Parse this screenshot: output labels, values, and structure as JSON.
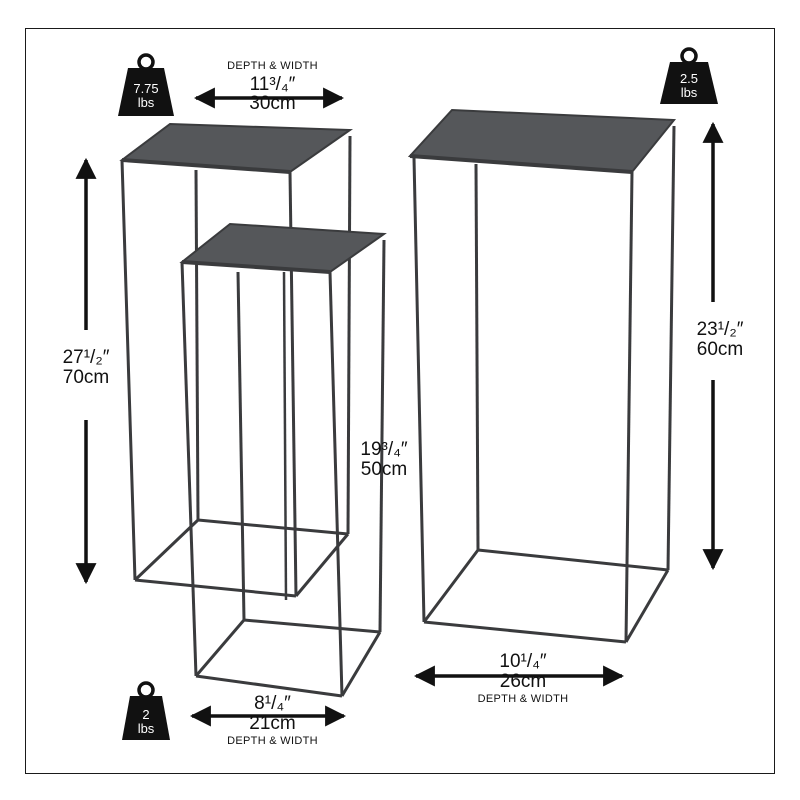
{
  "weights": {
    "medium": {
      "value": "7.75",
      "unit": "lbs"
    },
    "large": {
      "value": "2.5",
      "unit": "lbs"
    },
    "small": {
      "value": "2",
      "unit": "lbs"
    }
  },
  "dimensions": {
    "medium_width": {
      "caption": "DEPTH & WIDTH",
      "imperial": "11³/₄″",
      "metric": "30cm"
    },
    "medium_height": {
      "imperial": "27¹/₂″",
      "metric": "70cm"
    },
    "small_height": {
      "imperial": "19³/₄″",
      "metric": "50cm"
    },
    "large_height": {
      "imperial": "23¹/₂″",
      "metric": "60cm"
    },
    "large_width": {
      "caption": "DEPTH & WIDTH",
      "imperial": "10¹/₄″",
      "metric": "26cm"
    },
    "small_width": {
      "caption": "DEPTH & WIDTH",
      "imperial": "8¹/₄″",
      "metric": "21cm"
    }
  },
  "colors": {
    "metal": "#3a3b3d",
    "top": "#55575a",
    "ink": "#111111"
  }
}
